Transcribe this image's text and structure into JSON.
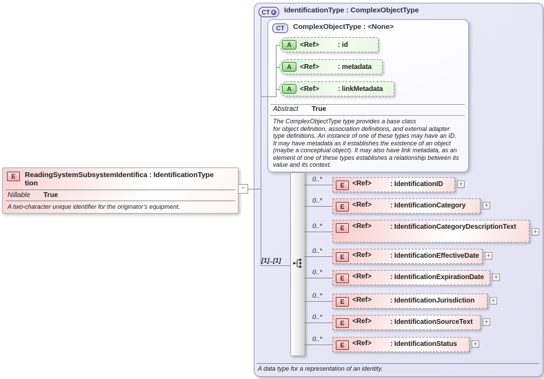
{
  "icons": {
    "element": "E",
    "attribute": "A",
    "complex_type": "CT",
    "plus_badge": "+",
    "expand": "+",
    "collapse": "−"
  },
  "colors": {
    "type_box_background": "#e6e6f5",
    "element_fill": "#f8caca",
    "attribute_fill": "#d9f4d9",
    "border_gray": "#9a9a9a"
  },
  "left_box": {
    "title_lines": [
      "ReadingSystemSubsystemIdentifica : IdentificationType",
      "tion"
    ],
    "property_label": "Nillable",
    "property_value": "True",
    "annotation": "A two-character unique identifier for the originator's equipment."
  },
  "type_box": {
    "title": "IdentificationType : ComplexObjectType",
    "annotation": "A data type for a representation of an identity.",
    "base": {
      "title": "ComplexObjectType : <None>",
      "attributes": [
        {
          "ref": "<Ref>",
          "name": ": id"
        },
        {
          "ref": "<Ref>",
          "name": ": metadata"
        },
        {
          "ref": "<Ref>",
          "name": ": linkMetadata"
        }
      ],
      "property_label": "Abstract",
      "property_value": "True",
      "annotation_lines": [
        "The ComplexObjectType type provides a base class",
        "for object definition, association definitions, and external adapter",
        "type definitions. An instance of one of these types may have an ID.",
        "It may have metadata as it establishes the existence of an object",
        "(maybe a conceptual object). It may also have link metadata, as an",
        "element of one of these types establishes a relationship between its",
        "value and its context."
      ]
    },
    "sequence": {
      "cardinality": "[1]..[1]"
    },
    "elements": [
      {
        "occurs": "0..*",
        "ref": "<Ref>",
        "name": ": IdentificationID"
      },
      {
        "occurs": "0..*",
        "ref": "<Ref>",
        "name": ": IdentificationCategory"
      },
      {
        "occurs": "0..*",
        "ref": "<Ref>",
        "name": ": IdentificationCategoryDescriptionText"
      },
      {
        "occurs": "0..*",
        "ref": "<Ref>",
        "name": ": IdentificationEffectiveDate"
      },
      {
        "occurs": "0..*",
        "ref": "<Ref>",
        "name": ": IdentificationExpirationDate"
      },
      {
        "occurs": "0..*",
        "ref": "<Ref>",
        "name": ": IdentificationJurisdiction"
      },
      {
        "occurs": "0..*",
        "ref": "<Ref>",
        "name": ": IdentificationSourceText"
      },
      {
        "occurs": "0..*",
        "ref": "<Ref>",
        "name": ": IdentificationStatus"
      }
    ]
  }
}
